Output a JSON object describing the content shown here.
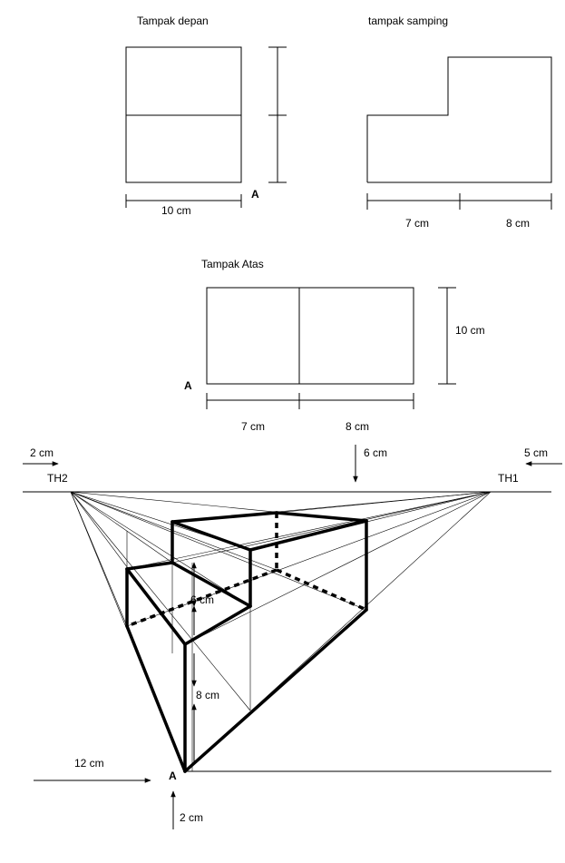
{
  "views": {
    "front_title": "Tampak depan",
    "side_title": "tampak samping",
    "top_title": "Tampak Atas",
    "front_width": "10 cm",
    "point_a_front": "A",
    "side_dim_left": "7 cm",
    "side_dim_right": "8 cm",
    "top_depth": "10 cm",
    "point_a_top": "A",
    "top_dim_left": "7  cm",
    "top_dim_right": "8 cm"
  },
  "perspective": {
    "th2_offset": "2 cm",
    "th2_label": "TH2",
    "eye_offset": "6 cm",
    "th1_offset": "5 cm",
    "th1_label": "TH1",
    "upper_height": "6 cm",
    "lower_height": "8 cm",
    "a_offset": "12 cm",
    "point_a": "A",
    "a_below": "2 cm"
  }
}
